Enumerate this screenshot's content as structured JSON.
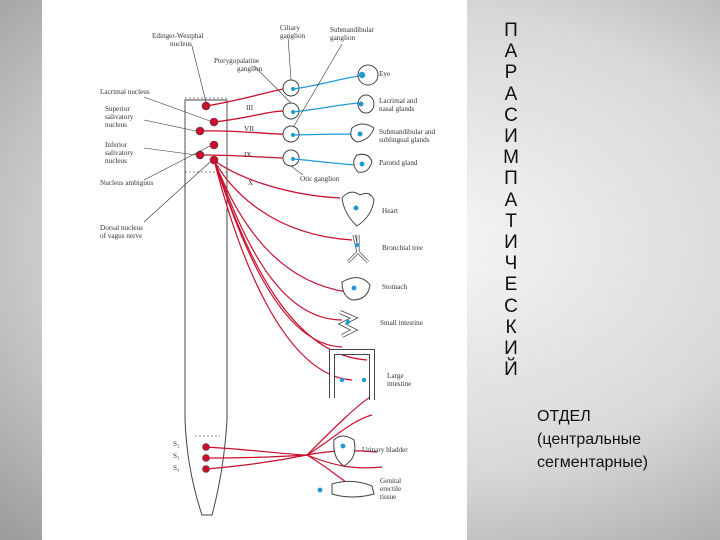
{
  "title_letters": [
    "П",
    "А",
    "Р",
    "А",
    "С",
    "И",
    "М",
    "П",
    "А",
    "Т",
    "И",
    "Ч",
    "Е",
    "С",
    "К",
    "И",
    "Й"
  ],
  "subtitle": {
    "line1": "ОТДЕЛ",
    "line2": "(центральные",
    "line3": "сегментарные)"
  },
  "diagram": {
    "colors": {
      "preganglionic": "#c8102e",
      "postganglionic": "#1d9bd7",
      "outline": "#444444",
      "label": "#333333"
    },
    "labels": {
      "edinger_westphal": [
        "Edinger-Westphal",
        "nucleus"
      ],
      "ciliary_ganglion": [
        "Ciliary",
        "ganglion"
      ],
      "submandibular_ganglion": [
        "Submandibular",
        "ganglion"
      ],
      "pterygopalatine_ganglion": [
        "Pterygopalatine",
        "ganglion"
      ],
      "lacrimal_nucleus": [
        "Lacrimal nucleus"
      ],
      "superior_salivatory": [
        "Superior",
        "salivatory",
        "nucleus"
      ],
      "inferior_salivatory": [
        "Inferior",
        "salivatory",
        "nucleus"
      ],
      "nucleus_ambiguus": [
        "Nucleus ambiguus"
      ],
      "dorsal_vagus": [
        "Dorsal nucleus",
        "of vagus nerve"
      ],
      "otic_ganglion": [
        "Otic ganglion"
      ],
      "eye": [
        "Eye"
      ],
      "lacrimal_nasal": [
        "Lacrimal and",
        "nasal glands"
      ],
      "submandibular_sublingual": [
        "Submandibular and",
        "sublingual glands"
      ],
      "parotid": [
        "Parotid gland"
      ],
      "heart": [
        "Heart"
      ],
      "bronchial": [
        "Bronchial tree"
      ],
      "stomach": [
        "Stomach"
      ],
      "small_intestine": [
        "Small intestine"
      ],
      "large_intestine": [
        "Large",
        "intestine"
      ],
      "urinary_bladder": [
        "Urinary bladder"
      ],
      "genital": [
        "Genital",
        "erectile",
        "tissue"
      ]
    },
    "nerve_labels": [
      "III",
      "VII",
      "IX",
      "X"
    ],
    "sacral_labels": [
      "S₂",
      "S₃",
      "S₄"
    ]
  }
}
